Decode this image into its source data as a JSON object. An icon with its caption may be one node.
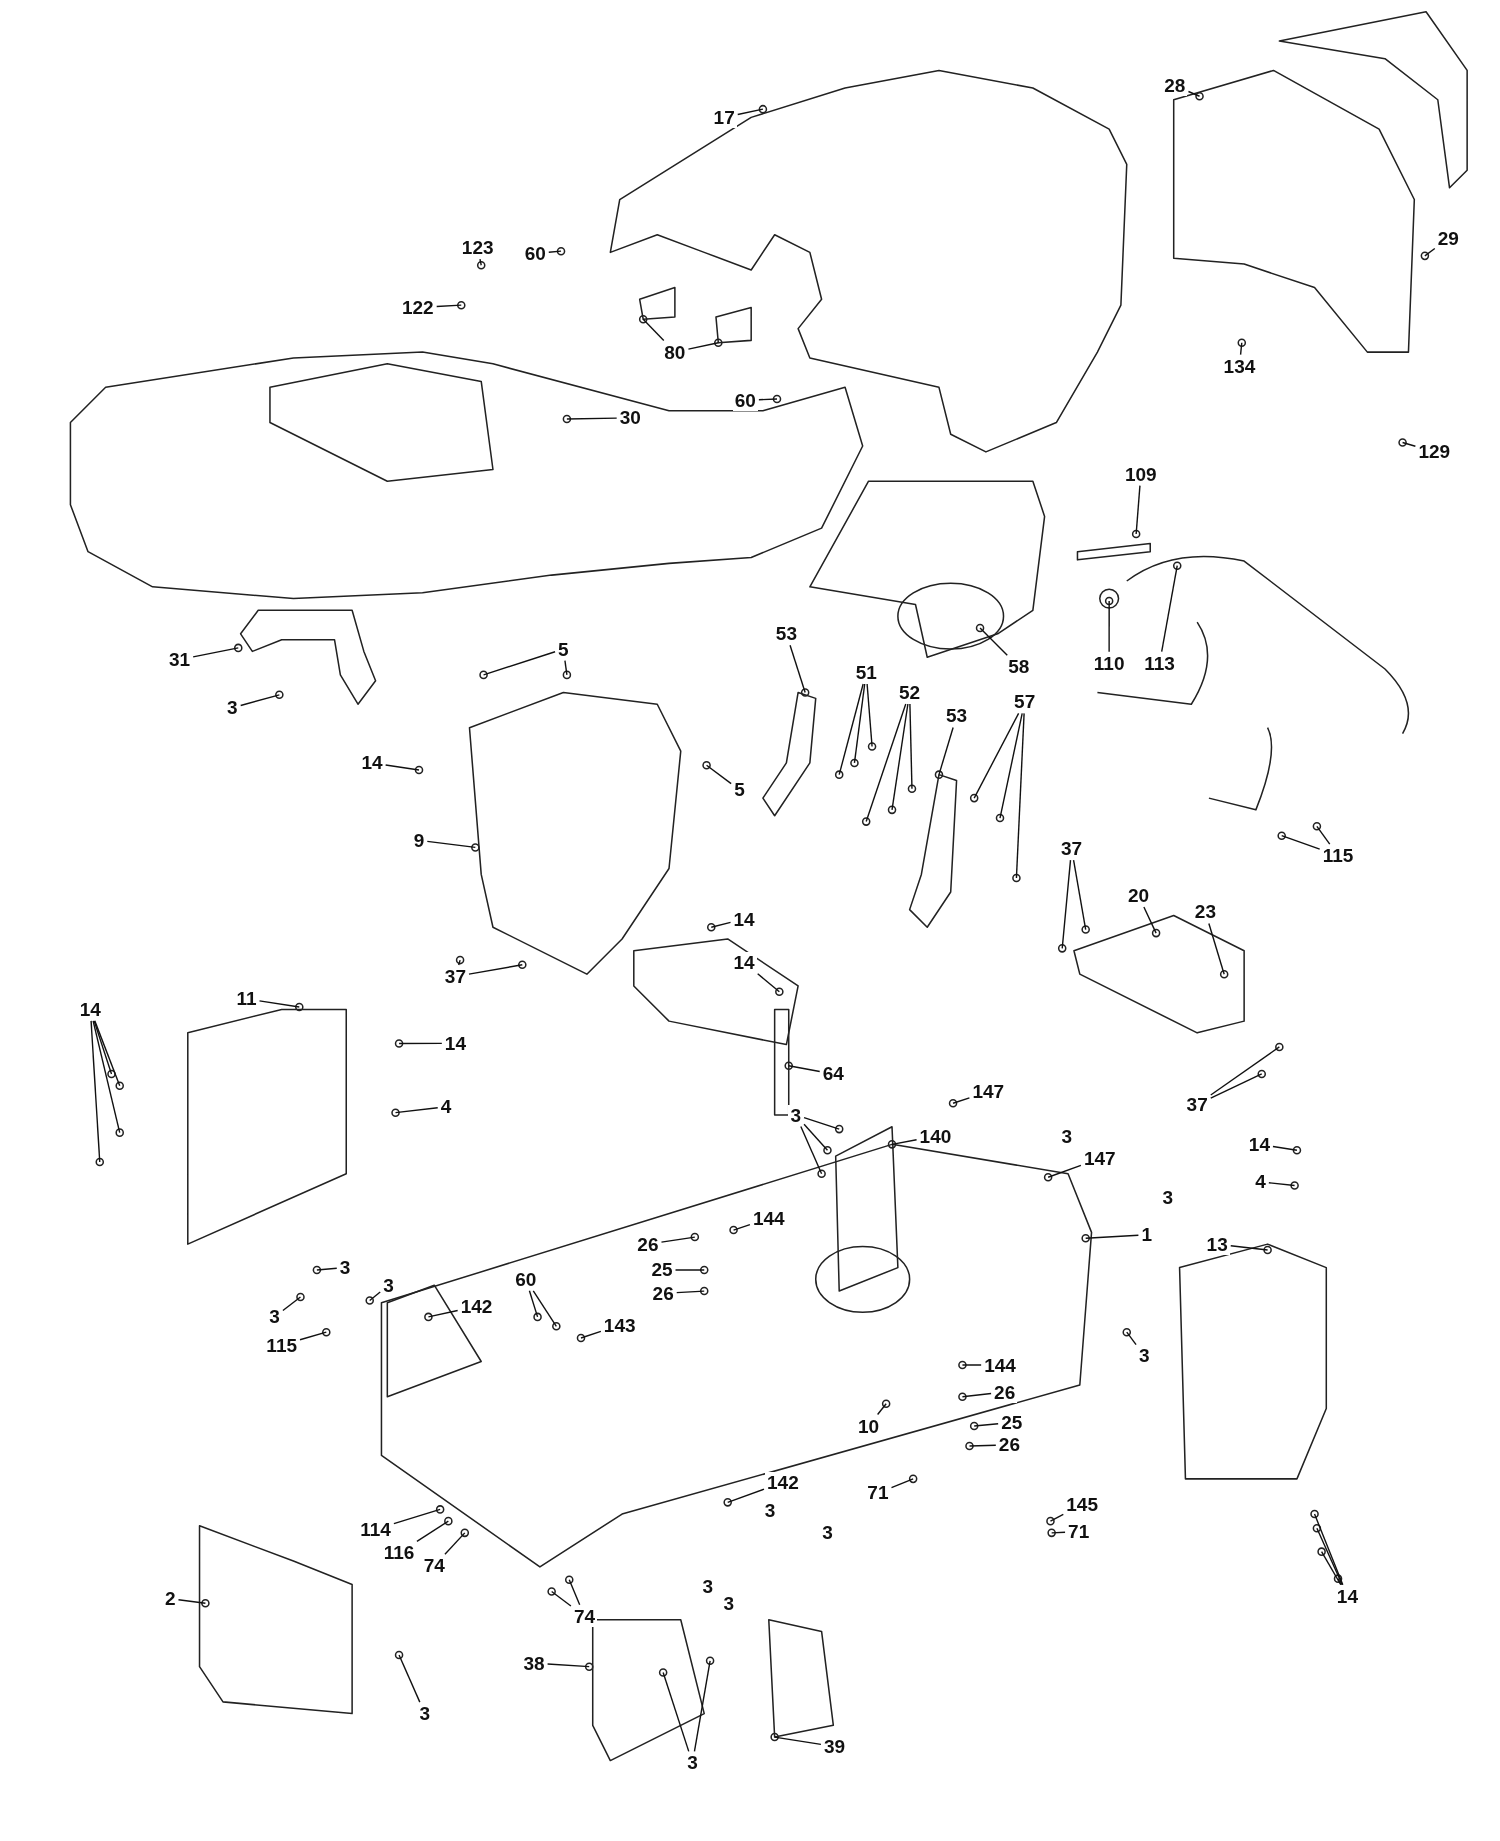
{
  "diagram": {
    "nodes": [
      {
        "text": [
          "17"
        ]
      },
      {
        "text": [
          "28"
        ]
      },
      {
        "text": [
          "29"
        ]
      },
      {
        "text": [
          "123"
        ]
      },
      {
        "text": [
          "60"
        ]
      },
      {
        "text": [
          "122"
        ]
      },
      {
        "text": [
          "80"
        ]
      },
      {
        "text": [
          "134"
        ]
      },
      {
        "text": [
          "60"
        ]
      },
      {
        "text": [
          "30"
        ]
      },
      {
        "text": [
          "129"
        ]
      },
      {
        "text": [
          "109"
        ]
      },
      {
        "text": [
          "58"
        ]
      },
      {
        "text": [
          "110"
        ]
      },
      {
        "text": [
          "113"
        ]
      },
      {
        "text": [
          "31"
        ]
      },
      {
        "text": [
          "5"
        ]
      },
      {
        "text": [
          "53"
        ]
      },
      {
        "text": [
          "3"
        ]
      },
      {
        "text": [
          "51"
        ]
      },
      {
        "text": [
          "52"
        ]
      },
      {
        "text": [
          "53"
        ]
      },
      {
        "text": [
          "57"
        ]
      },
      {
        "text": [
          "14"
        ]
      },
      {
        "text": [
          "5"
        ]
      },
      {
        "text": [
          "9"
        ]
      },
      {
        "text": [
          "37"
        ]
      },
      {
        "text": [
          "115"
        ]
      },
      {
        "text": [
          "20"
        ]
      },
      {
        "text": [
          "23"
        ]
      },
      {
        "text": [
          "14"
        ]
      },
      {
        "text": [
          "37"
        ]
      },
      {
        "text": [
          "14"
        ]
      },
      {
        "text": [
          "11"
        ]
      },
      {
        "text": [
          "14"
        ]
      },
      {
        "text": [
          "14"
        ]
      },
      {
        "text": [
          "64"
        ]
      },
      {
        "text": [
          "147"
        ]
      },
      {
        "text": [
          "37"
        ]
      },
      {
        "text": [
          "4"
        ]
      },
      {
        "text": [
          "3"
        ]
      },
      {
        "text": [
          "140"
        ]
      },
      {
        "text": [
          "147"
        ]
      },
      {
        "text": [
          "14"
        ]
      },
      {
        "text": [
          "4"
        ]
      },
      {
        "text": [
          "144"
        ]
      },
      {
        "text": [
          "1"
        ]
      },
      {
        "text": [
          "26"
        ]
      },
      {
        "text": [
          "13"
        ]
      },
      {
        "text": [
          "3"
        ]
      },
      {
        "text": [
          "25"
        ]
      },
      {
        "text": [
          "3"
        ]
      },
      {
        "text": [
          "60"
        ]
      },
      {
        "text": [
          "26"
        ]
      },
      {
        "text": [
          "3"
        ]
      },
      {
        "text": [
          "142"
        ]
      },
      {
        "text": [
          "143"
        ]
      },
      {
        "text": [
          "115"
        ]
      },
      {
        "text": [
          "3"
        ]
      },
      {
        "text": [
          "144"
        ]
      },
      {
        "text": [
          "26"
        ]
      },
      {
        "text": [
          "25"
        ]
      },
      {
        "text": [
          "10"
        ]
      },
      {
        "text": [
          "26"
        ]
      },
      {
        "text": [
          "142"
        ]
      },
      {
        "text": [
          "71"
        ]
      },
      {
        "text": [
          "145"
        ]
      },
      {
        "text": [
          "114"
        ]
      },
      {
        "text": [
          "71"
        ]
      },
      {
        "text": [
          "116"
        ]
      },
      {
        "text": [
          "74"
        ]
      },
      {
        "text": [
          "14"
        ]
      },
      {
        "text": [
          "2"
        ]
      },
      {
        "text": [
          "74"
        ]
      },
      {
        "text": [
          "38"
        ]
      },
      {
        "text": [
          "3"
        ]
      },
      {
        "text": [
          "3"
        ]
      },
      {
        "text": [
          "39"
        ]
      }
    ],
    "edges": [
      {
        "from": 0,
        "to": null,
        "arrow": "none"
      },
      {
        "from": 1,
        "to": null,
        "arrow": "none"
      },
      {
        "from": 2,
        "to": null,
        "arrow": "none"
      },
      {
        "from": 3,
        "to": null,
        "arrow": "none"
      },
      {
        "from": 4,
        "to": null,
        "arrow": "none"
      },
      {
        "from": 5,
        "to": null,
        "arrow": "none"
      },
      {
        "from": 6,
        "to": null,
        "arrow": "none"
      },
      {
        "from": 6,
        "to": null,
        "arrow": "none"
      },
      {
        "from": 7,
        "to": null,
        "arrow": "none"
      },
      {
        "from": 8,
        "to": null,
        "arrow": "none"
      },
      {
        "from": 9,
        "to": null,
        "arrow": "none"
      },
      {
        "from": 10,
        "to": null,
        "arrow": "none"
      },
      {
        "from": 11,
        "to": null,
        "arrow": "none"
      },
      {
        "from": 12,
        "to": null,
        "arrow": "none"
      },
      {
        "from": 13,
        "to": null,
        "arrow": "none"
      },
      {
        "from": 14,
        "to": null,
        "arrow": "none"
      },
      {
        "from": 15,
        "to": null,
        "arrow": "none"
      },
      {
        "from": 16,
        "to": null,
        "arrow": "none"
      },
      {
        "from": 16,
        "to": null,
        "arrow": "none"
      },
      {
        "from": 17,
        "to": null,
        "arrow": "none"
      },
      {
        "from": 18,
        "to": null,
        "arrow": "none"
      },
      {
        "from": 19,
        "to": null,
        "arrow": "none"
      },
      {
        "from": 19,
        "to": null,
        "arrow": "none"
      },
      {
        "from": 19,
        "to": null,
        "arrow": "none"
      },
      {
        "from": 20,
        "to": null,
        "arrow": "none"
      },
      {
        "from": 20,
        "to": null,
        "arrow": "none"
      },
      {
        "from": 20,
        "to": null,
        "arrow": "none"
      },
      {
        "from": 21,
        "to": null,
        "arrow": "none"
      },
      {
        "from": 22,
        "to": null,
        "arrow": "none"
      },
      {
        "from": 22,
        "to": null,
        "arrow": "none"
      },
      {
        "from": 22,
        "to": null,
        "arrow": "none"
      },
      {
        "from": 23,
        "to": null,
        "arrow": "none"
      },
      {
        "from": 24,
        "to": null,
        "arrow": "none"
      },
      {
        "from": 25,
        "to": null,
        "arrow": "none"
      },
      {
        "from": 26,
        "to": null,
        "arrow": "none"
      },
      {
        "from": 26,
        "to": null,
        "arrow": "none"
      },
      {
        "from": 27,
        "to": null,
        "arrow": "none"
      },
      {
        "from": 27,
        "to": null,
        "arrow": "none"
      },
      {
        "from": 28,
        "to": null,
        "arrow": "none"
      },
      {
        "from": 29,
        "to": null,
        "arrow": "none"
      },
      {
        "from": 30,
        "to": null,
        "arrow": "none"
      },
      {
        "from": 31,
        "to": null,
        "arrow": "none"
      },
      {
        "from": 31,
        "to": null,
        "arrow": "none"
      },
      {
        "from": 32,
        "to": null,
        "arrow": "none"
      },
      {
        "from": 33,
        "to": null,
        "arrow": "none"
      },
      {
        "from": 34,
        "to": null,
        "arrow": "none"
      },
      {
        "from": 34,
        "to": null,
        "arrow": "none"
      },
      {
        "from": 34,
        "to": null,
        "arrow": "none"
      },
      {
        "from": 34,
        "to": null,
        "arrow": "none"
      },
      {
        "from": 35,
        "to": null,
        "arrow": "none"
      },
      {
        "from": 36,
        "to": null,
        "arrow": "none"
      },
      {
        "from": 37,
        "to": null,
        "arrow": "none"
      },
      {
        "from": 38,
        "to": null,
        "arrow": "none"
      },
      {
        "from": 38,
        "to": null,
        "arrow": "none"
      },
      {
        "from": 39,
        "to": null,
        "arrow": "none"
      },
      {
        "from": 40,
        "to": null,
        "arrow": "none"
      },
      {
        "from": 40,
        "to": null,
        "arrow": "none"
      },
      {
        "from": 40,
        "to": null,
        "arrow": "none"
      },
      {
        "from": 41,
        "to": null,
        "arrow": "none"
      },
      {
        "from": 42,
        "to": null,
        "arrow": "none"
      },
      {
        "from": 43,
        "to": null,
        "arrow": "none"
      },
      {
        "from": 44,
        "to": null,
        "arrow": "none"
      },
      {
        "from": 45,
        "to": null,
        "arrow": "none"
      },
      {
        "from": 46,
        "to": null,
        "arrow": "none"
      },
      {
        "from": 47,
        "to": null,
        "arrow": "none"
      },
      {
        "from": 48,
        "to": null,
        "arrow": "none"
      },
      {
        "from": 49,
        "to": null,
        "arrow": "none"
      },
      {
        "from": 50,
        "to": null,
        "arrow": "none"
      },
      {
        "from": 51,
        "to": null,
        "arrow": "none"
      },
      {
        "from": 52,
        "to": null,
        "arrow": "none"
      },
      {
        "from": 52,
        "to": null,
        "arrow": "none"
      },
      {
        "from": 53,
        "to": null,
        "arrow": "none"
      },
      {
        "from": 54,
        "to": null,
        "arrow": "none"
      },
      {
        "from": 55,
        "to": null,
        "arrow": "none"
      },
      {
        "from": 56,
        "to": null,
        "arrow": "none"
      },
      {
        "from": 57,
        "to": null,
        "arrow": "none"
      },
      {
        "from": 58,
        "to": null,
        "arrow": "none"
      },
      {
        "from": 59,
        "to": null,
        "arrow": "none"
      },
      {
        "from": 60,
        "to": null,
        "arrow": "none"
      },
      {
        "from": 61,
        "to": null,
        "arrow": "none"
      },
      {
        "from": 62,
        "to": null,
        "arrow": "none"
      },
      {
        "from": 63,
        "to": null,
        "arrow": "none"
      },
      {
        "from": 64,
        "to": null,
        "arrow": "none"
      },
      {
        "from": 65,
        "to": null,
        "arrow": "none"
      },
      {
        "from": 66,
        "to": null,
        "arrow": "none"
      },
      {
        "from": 67,
        "to": null,
        "arrow": "none"
      },
      {
        "from": 68,
        "to": null,
        "arrow": "none"
      },
      {
        "from": 69,
        "to": null,
        "arrow": "none"
      },
      {
        "from": 70,
        "to": null,
        "arrow": "none"
      },
      {
        "from": 71,
        "to": null,
        "arrow": "none"
      },
      {
        "from": 71,
        "to": null,
        "arrow": "none"
      },
      {
        "from": 71,
        "to": null,
        "arrow": "none"
      },
      {
        "from": 71,
        "to": null,
        "arrow": "none"
      },
      {
        "from": 72,
        "to": null,
        "arrow": "none"
      },
      {
        "from": 73,
        "to": null,
        "arrow": "none"
      },
      {
        "from": 73,
        "to": null,
        "arrow": "none"
      },
      {
        "from": 74,
        "to": null,
        "arrow": "none"
      },
      {
        "from": 75,
        "to": null,
        "arrow": "none"
      },
      {
        "from": 76,
        "to": null,
        "arrow": "none"
      },
      {
        "from": 76,
        "to": null,
        "arrow": "none"
      },
      {
        "from": 77,
        "to": null,
        "arrow": "none"
      }
    ],
    "labels": [
      "3",
      "3",
      "3",
      "3",
      "3",
      "3"
    ]
  }
}
